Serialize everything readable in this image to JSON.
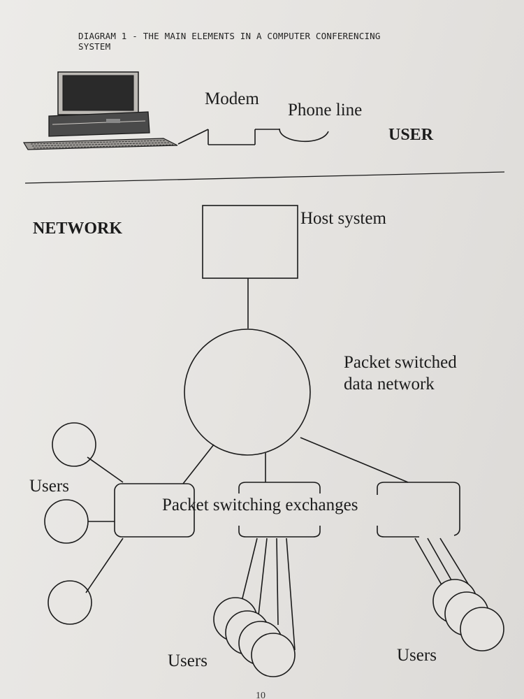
{
  "caption": {
    "line1": "DIAGRAM 1 - THE MAIN ELEMENTS IN A COMPUTER CONFERENCING",
    "line2": "SYSTEM"
  },
  "labels": {
    "modem": "Modem",
    "phone_line": "Phone line",
    "user": "USER",
    "network": "NETWORK",
    "host_system": "Host system",
    "packet_network_line1": "Packet switched",
    "packet_network_line2": "data network",
    "exchanges": "Packet switching exchanges",
    "users_left": "Users",
    "users_middle": "Users",
    "users_right": "Users"
  },
  "page_number": "10",
  "colors": {
    "paper": "#e7e5e2",
    "ink": "#1a1a1a"
  },
  "icons": {
    "computer": "desktop-computer-icon"
  }
}
